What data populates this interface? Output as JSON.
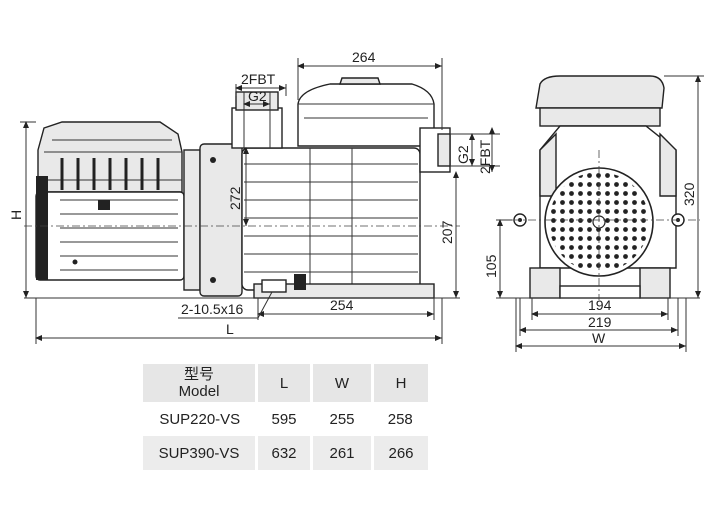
{
  "dimensions": {
    "top_width": "264",
    "inlet_thread": "2FBT",
    "inlet_g": "G2",
    "outlet_g": "G2",
    "outlet_thread": "2FBT",
    "height_272": "272",
    "height_207": "207",
    "height_h": "H",
    "holes": "2-10.5x16",
    "base_254": "254",
    "length_l": "L",
    "height_105": "105",
    "height_320": "320",
    "width_194": "194",
    "width_219": "219",
    "width_w": "W"
  },
  "table": {
    "header": {
      "model_cn": "型号",
      "model_en": "Model",
      "l": "L",
      "w": "W",
      "h": "H"
    },
    "rows": [
      {
        "model": "SUP220-VS",
        "l": "595",
        "w": "255",
        "h": "258"
      },
      {
        "model": "SUP390-VS",
        "l": "632",
        "w": "261",
        "h": "266"
      }
    ]
  }
}
